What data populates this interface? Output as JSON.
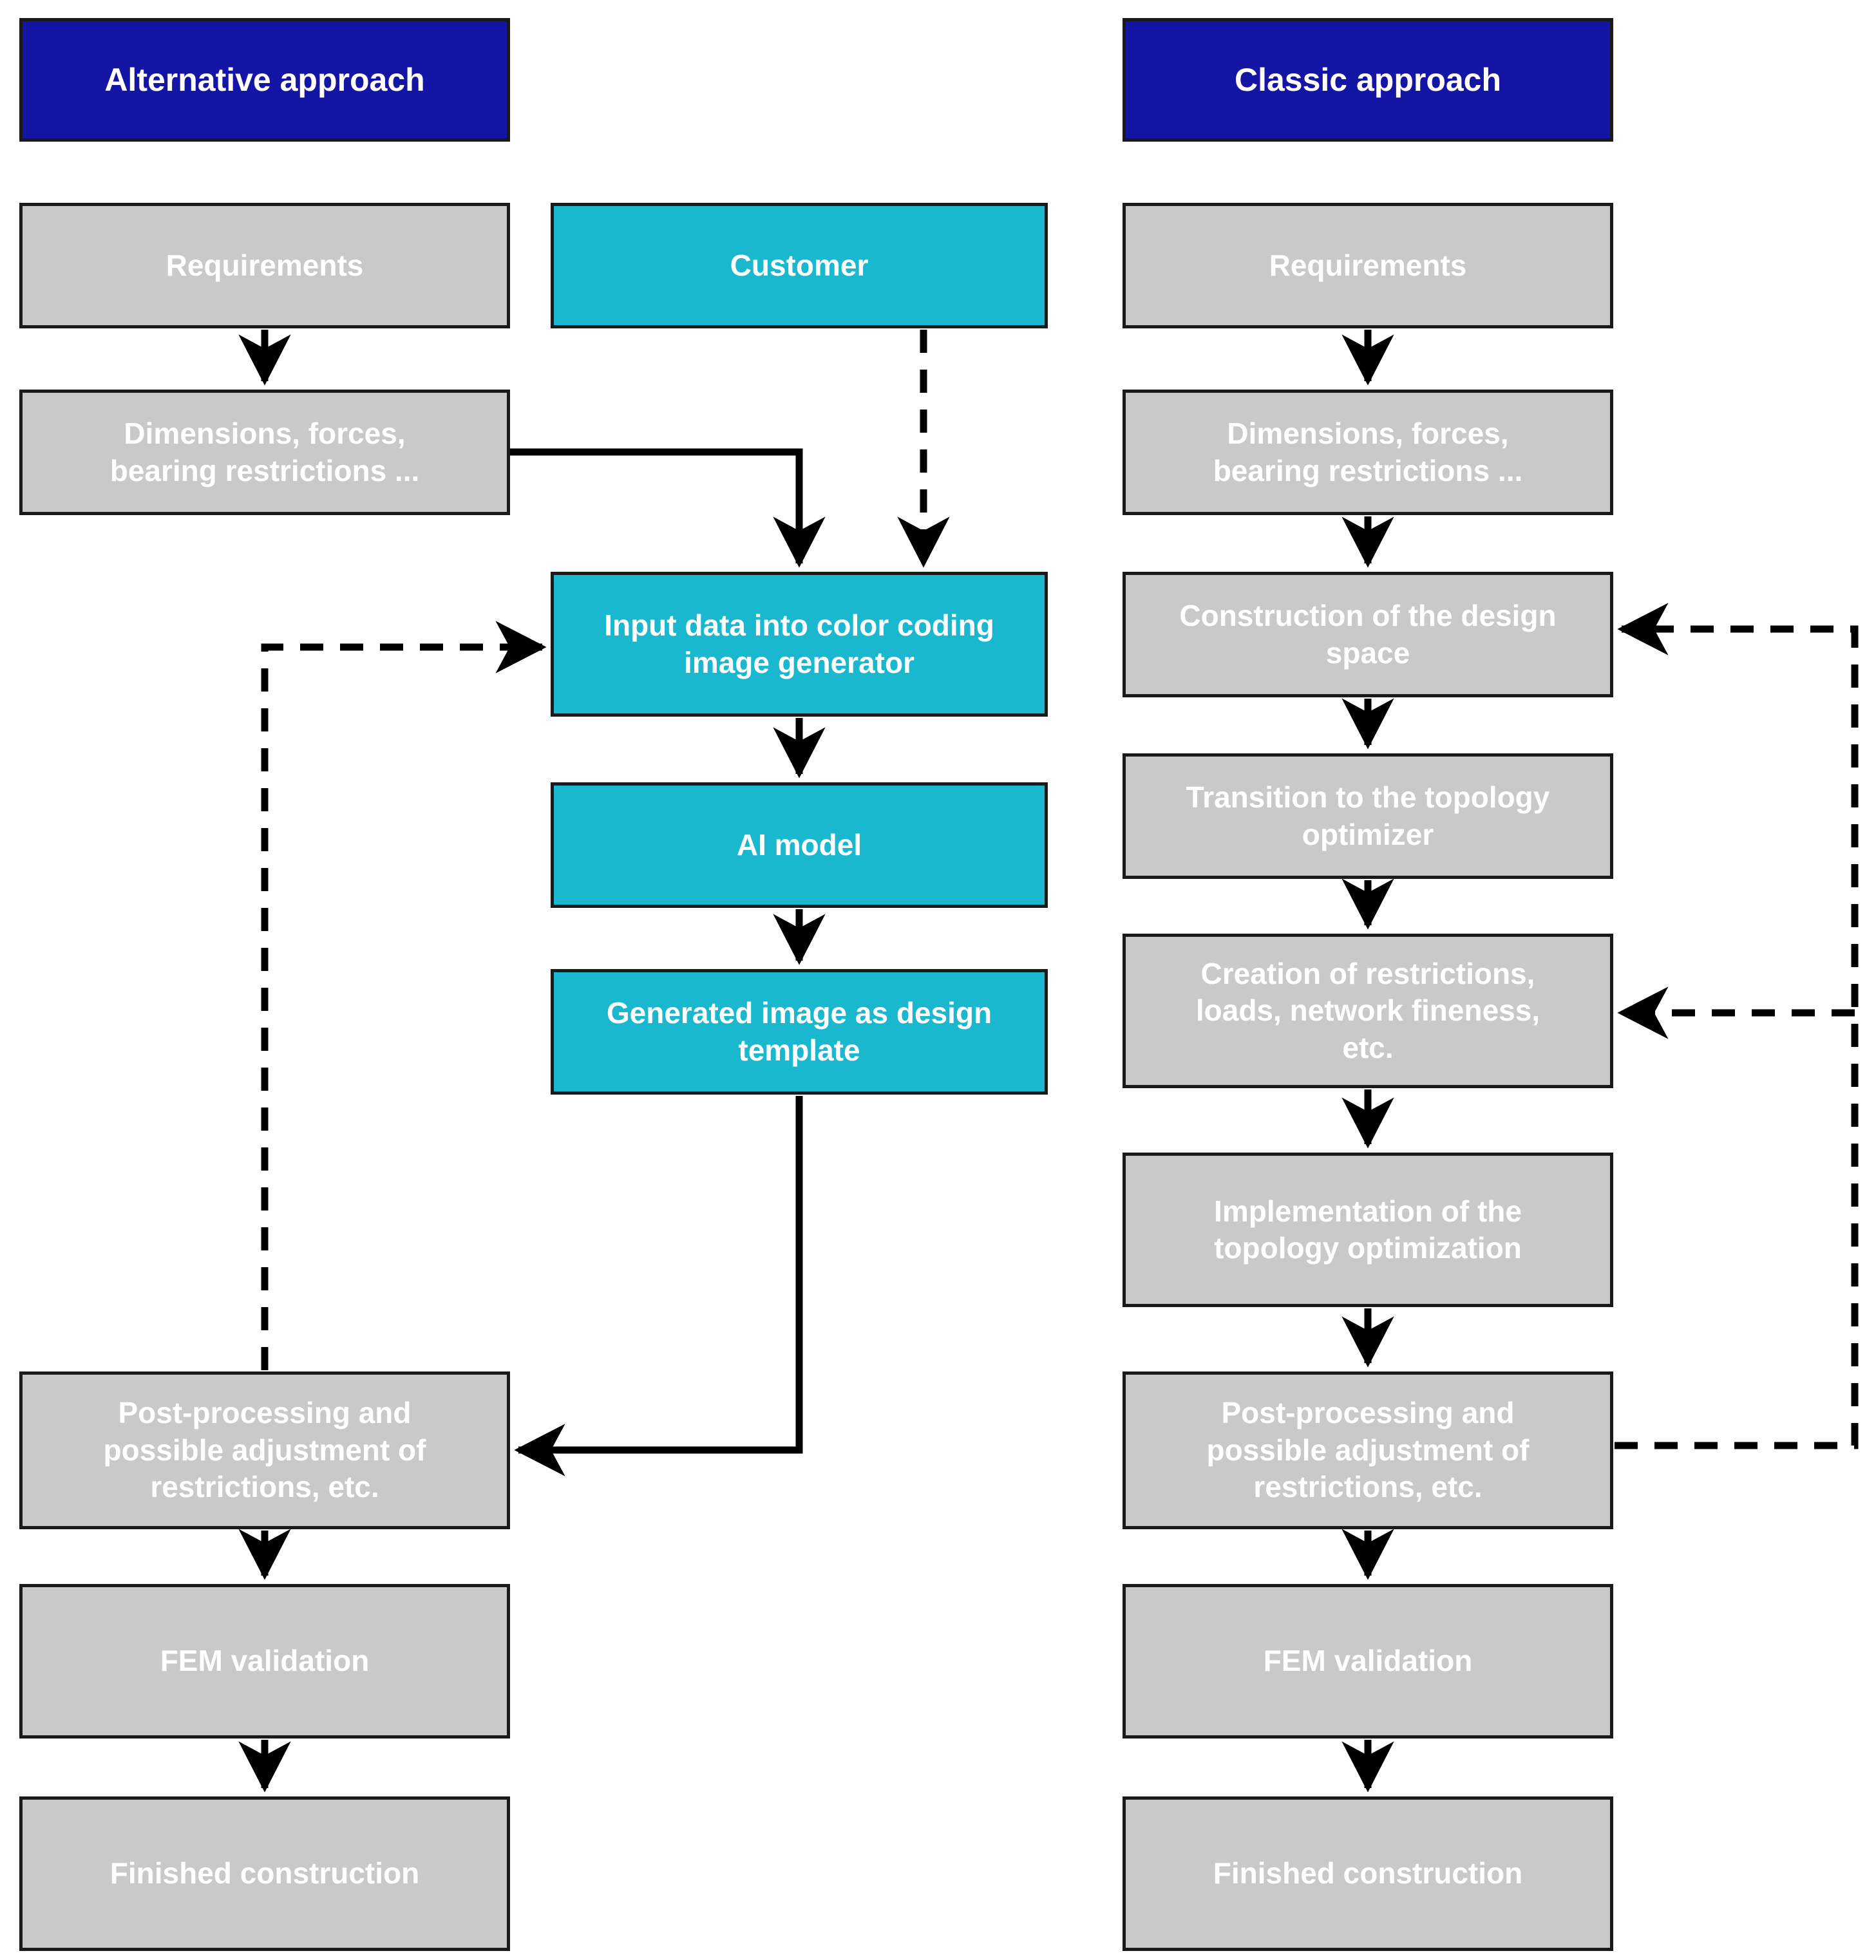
{
  "columns": {
    "alternative": {
      "header": "Alternative approach",
      "steps": {
        "requirements": "Requirements",
        "dimensions": "Dimensions, forces,\nbearing restrictions ...",
        "post_processing": "Post-processing and\npossible adjustment of\nrestrictions, etc.",
        "fem_validation": "FEM validation",
        "finished_construction": "Finished construction"
      }
    },
    "ai_pipeline": {
      "steps": {
        "customer": "Customer",
        "input_data": "Input data into color coding\nimage generator",
        "ai_model": "AI model",
        "generated_image": "Generated image as design\ntemplate"
      }
    },
    "classic": {
      "header": "Classic approach",
      "steps": {
        "requirements": "Requirements",
        "dimensions": "Dimensions, forces,\nbearing restrictions ...",
        "construction": "Construction of the design\nspace",
        "transition": "Transition to the topology\noptimizer",
        "creation": "Creation of restrictions,\nloads, network fineness,\netc.",
        "implementation": "Implementation of the\ntopology optimization",
        "post_processing": "Post-processing and\npossible adjustment of\nrestrictions, etc.",
        "fem_validation": "FEM validation",
        "finished_construction": "Finished construction"
      }
    }
  },
  "colors": {
    "header_bg": "#1515a5",
    "process_bg": "#c9c9c9",
    "highlight_bg": "#19b8cf",
    "box_border": "#1a1a1a",
    "box_text": "#ffffff",
    "arrow": "#000000",
    "background": "#ffffff"
  }
}
